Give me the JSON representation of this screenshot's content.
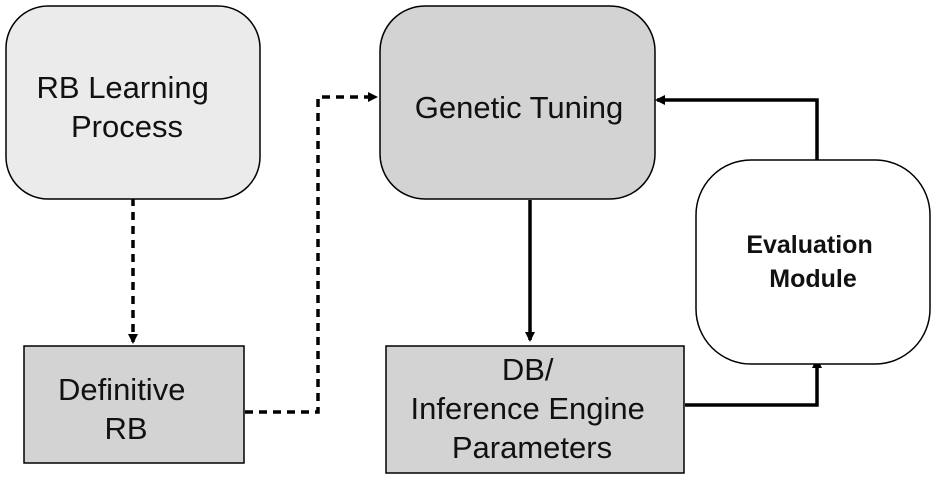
{
  "nodes": {
    "rb_learning": {
      "lines": [
        "RB Learning",
        "Process"
      ],
      "fill": "#ebebeb"
    },
    "definitive_rb": {
      "lines": [
        "Definitive",
        "RB"
      ],
      "fill": "#d3d3d3"
    },
    "genetic_tuning": {
      "lines": [
        "Genetic Tuning"
      ],
      "fill": "#d3d3d3"
    },
    "db_params": {
      "lines": [
        "DB/",
        "Inference Engine",
        "Parameters"
      ],
      "fill": "#d3d3d3"
    },
    "evaluation": {
      "lines": [
        "Evaluation",
        "Module"
      ],
      "fill": "#ffffff"
    }
  },
  "edges": [
    {
      "from": "rb_learning",
      "to": "definitive_rb",
      "style": "dashed"
    },
    {
      "from": "definitive_rb",
      "to": "genetic_tuning",
      "style": "dashed"
    },
    {
      "from": "genetic_tuning",
      "to": "db_params",
      "style": "solid"
    },
    {
      "from": "db_params",
      "to": "evaluation",
      "style": "solid"
    },
    {
      "from": "evaluation",
      "to": "genetic_tuning",
      "style": "solid"
    }
  ],
  "colors": {
    "stroke": "#000000",
    "text": "#111111"
  }
}
